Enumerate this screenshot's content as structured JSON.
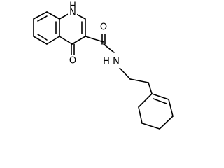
{
  "diagram": {
    "type": "chemical-structure",
    "atom_labels": {
      "ring_nh": "H",
      "ring_n": "N",
      "keto_o": "O",
      "amide_o": "O",
      "amide_n": "N",
      "amide_h": "H"
    },
    "colors": {
      "bond": "#000000",
      "label": "#000000",
      "background": "#ffffff"
    }
  }
}
